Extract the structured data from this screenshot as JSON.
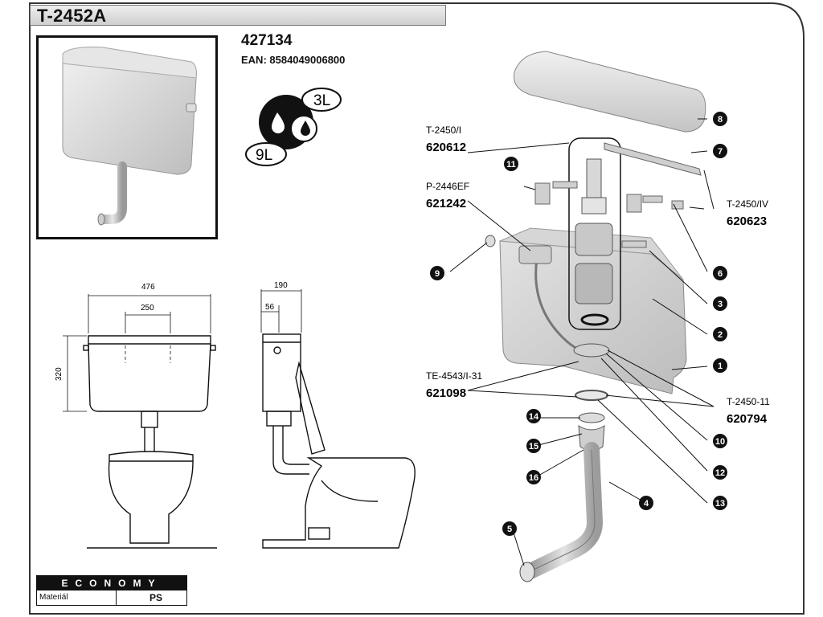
{
  "header": {
    "title": "T-2452A"
  },
  "product": {
    "code": "427134",
    "ean": "EAN: 8584049006800"
  },
  "flush": {
    "small": "3L",
    "large": "9L"
  },
  "dimensions": {
    "width_total": "476",
    "width_inner": "250",
    "height": "320",
    "depth": "190",
    "depth_small": "56"
  },
  "parts": {
    "labels": {
      "t2450i": {
        "name": "T-2450/I",
        "code": "620612"
      },
      "p2446ef": {
        "name": "P-2446EF",
        "code": "621242"
      },
      "t2450iv": {
        "name": "T-2450/IV",
        "code": "620623"
      },
      "te4543": {
        "name": "TE-4543/I-31",
        "code": "621098"
      },
      "t245011": {
        "name": "T-2450-11",
        "code": "620794"
      }
    },
    "numbers": [
      "1",
      "2",
      "3",
      "4",
      "5",
      "6",
      "7",
      "8",
      "9",
      "10",
      "11",
      "12",
      "13",
      "14",
      "15",
      "16"
    ]
  },
  "footer": {
    "series": "ECONOMY",
    "material_label": "Materiál",
    "material_value": "PS"
  }
}
